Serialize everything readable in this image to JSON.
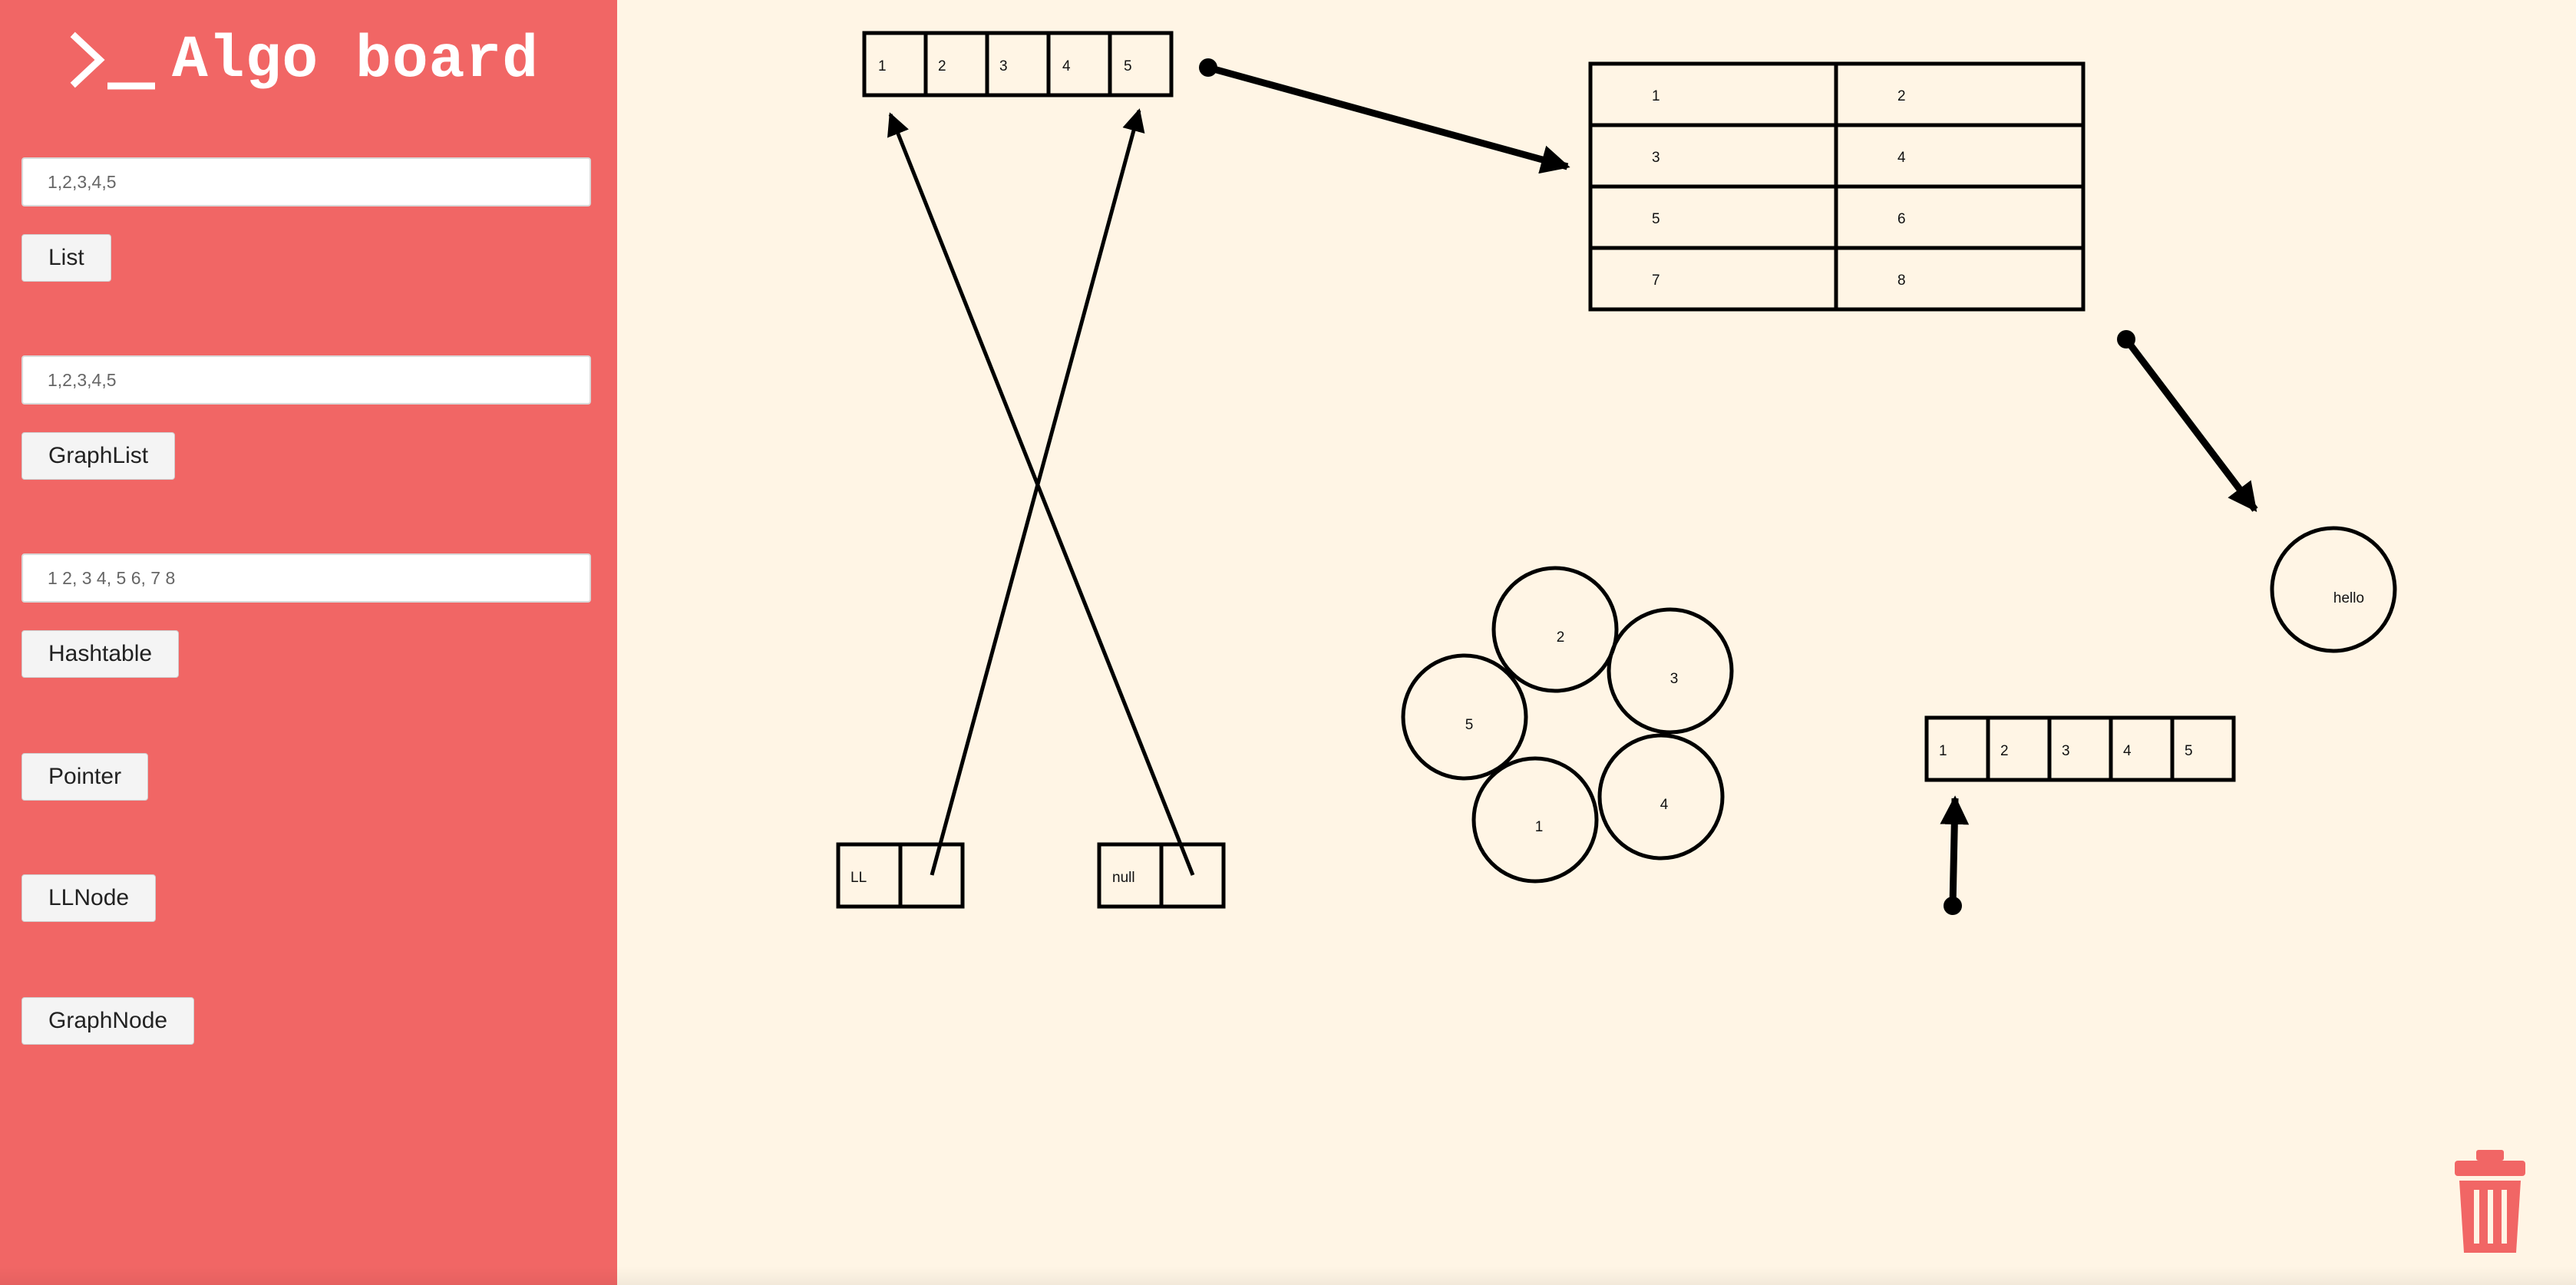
{
  "app": {
    "title": "Algo board",
    "logo_icon": "terminal-prompt-icon",
    "colors": {
      "sidebar": "#f16665",
      "board": "#fff5e5",
      "ink": "#000000",
      "trash": "#f16665"
    }
  },
  "sidebar": {
    "list_input": {
      "placeholder": "1,2,3,4,5",
      "button": "List"
    },
    "graphlist_input": {
      "placeholder": "1,2,3,4,5",
      "button": "GraphList"
    },
    "hashtable_input": {
      "placeholder": "1 2, 3 4, 5 6, 7 8",
      "button": "Hashtable"
    },
    "pointer_button": "Pointer",
    "llnode_button": "LLNode",
    "graphnode_button": "GraphNode"
  },
  "board": {
    "list_top": [
      "1",
      "2",
      "3",
      "4",
      "5"
    ],
    "list_bottom": [
      "1",
      "2",
      "3",
      "4",
      "5"
    ],
    "hashtable": [
      [
        "1",
        "2"
      ],
      [
        "3",
        "4"
      ],
      [
        "5",
        "6"
      ],
      [
        "7",
        "8"
      ]
    ],
    "graph_nodes": [
      "2",
      "3",
      "5",
      "4",
      "1"
    ],
    "node_hello": "hello",
    "ll_node_left": "LL",
    "ll_node_right": "null",
    "trash_icon": "trash-icon"
  }
}
